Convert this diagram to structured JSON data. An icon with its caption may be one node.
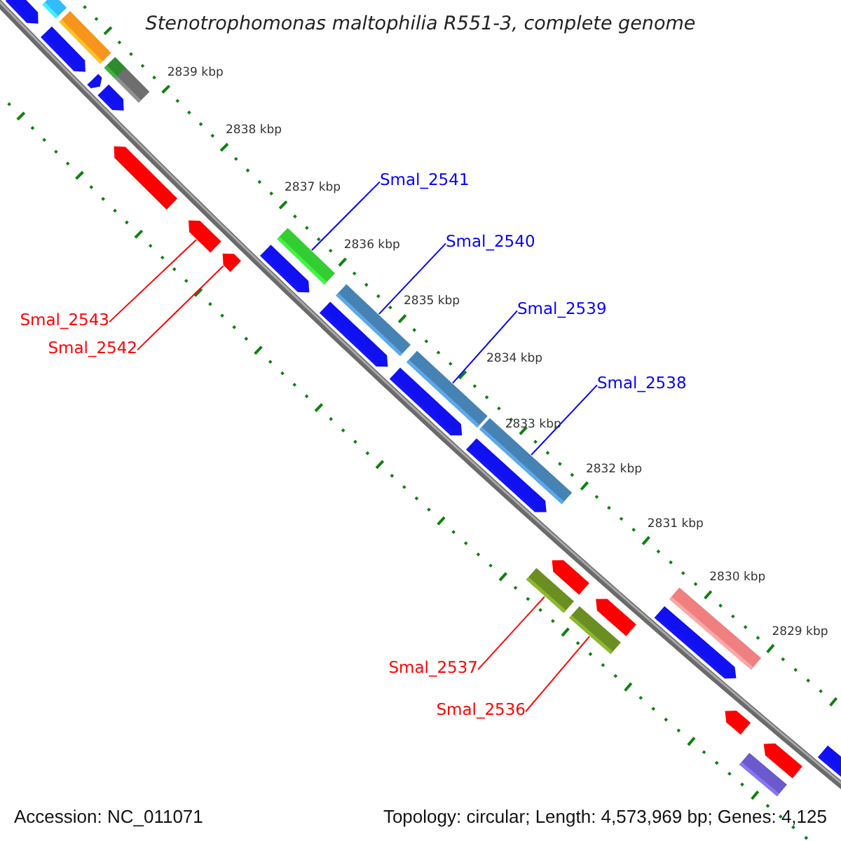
{
  "diagram": {
    "title": "Stenotrophomonas maltophilia R551-3, complete genome",
    "nodes": [
      {
        "text": [
          "Smal_2541"
        ]
      },
      {
        "text": [
          "Smal_2540"
        ]
      },
      {
        "text": [
          "Smal_2539"
        ]
      },
      {
        "text": [
          "Smal_2538"
        ]
      },
      {
        "text": [
          "Smal_2543"
        ]
      },
      {
        "text": [
          "Smal_2542"
        ]
      },
      {
        "text": [
          "Smal_2537"
        ]
      },
      {
        "text": [
          "Smal_2536"
        ]
      },
      {
        "text": [],
        "shape": "arrow"
      },
      {
        "text": [],
        "shape": "arrow"
      },
      {
        "text": [],
        "shape": "bar"
      },
      {
        "text": [],
        "shape": "bar"
      },
      {
        "text": [],
        "shape": "bar"
      },
      {
        "text": [],
        "shape": "bar"
      },
      {
        "text": [],
        "shape": "bar"
      },
      {
        "text": [],
        "shape": "bar"
      }
    ],
    "edges": [
      {
        "from": 0,
        "to": 10,
        "arrow": "none"
      },
      {
        "from": 1,
        "to": 11,
        "arrow": "none"
      },
      {
        "from": 2,
        "to": 12,
        "arrow": "none"
      },
      {
        "from": 3,
        "to": 13,
        "arrow": "none"
      },
      {
        "from": 4,
        "to": 8,
        "arrow": "none",
        "color": "#ff0000"
      },
      {
        "from": 5,
        "to": 9,
        "arrow": "none",
        "color": "#ff0000"
      },
      {
        "from": 6,
        "to": 14,
        "arrow": "none",
        "color": "#ff0000"
      },
      {
        "from": 7,
        "to": 15,
        "arrow": "none",
        "color": "#ff0000"
      }
    ],
    "labels": [
      "2839 kbp",
      "2838 kbp",
      "2837 kbp",
      "2836 kbp",
      "2835 kbp",
      "2834 kbp",
      "2833 kbp",
      "2832 kbp",
      "2831 kbp",
      "2830 kbp",
      "2829 kbp",
      "Accession: NC_011071",
      "Topology: circular; Length: 4,573,969 bp; Genes: 4,125"
    ]
  }
}
